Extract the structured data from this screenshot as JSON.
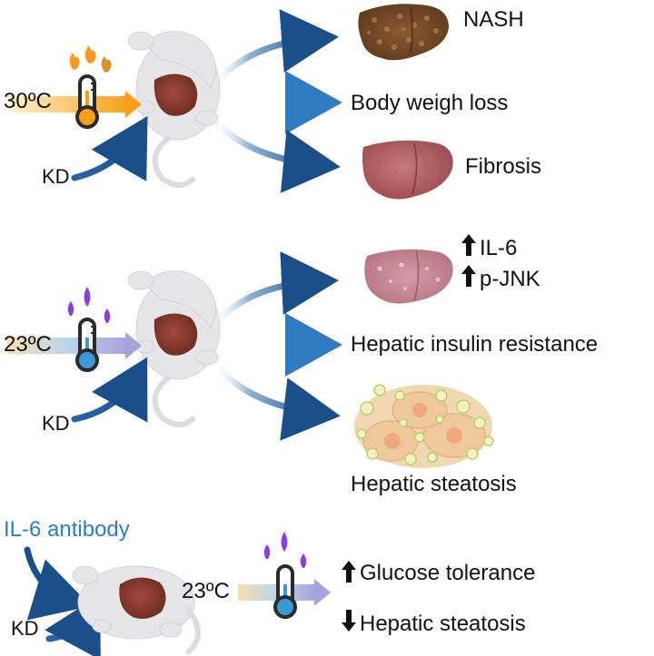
{
  "panel_top": {
    "temperature": "30ºC",
    "diet": "KD",
    "outcomes": [
      "NASH",
      "Body weigh loss",
      "Fibrosis"
    ]
  },
  "panel_middle": {
    "temperature": "23ºC",
    "diet": "KD",
    "markers": [
      "IL-6",
      "p-JNK"
    ],
    "outcomes": [
      "Hepatic insulin resistance",
      "Hepatic steatosis"
    ]
  },
  "panel_bottom": {
    "treatment": "IL-6 antibody",
    "diet": "KD",
    "temperature": "23ºC",
    "effects": [
      {
        "direction": "up",
        "label": "Glucose tolerance"
      },
      {
        "direction": "down",
        "label": "Hepatic steatosis"
      }
    ]
  },
  "colors": {
    "arrow_blue": "#1b4f8a",
    "warm_gradient": [
      "#fff3d1",
      "#f7a11a"
    ],
    "cool_gradient": [
      "#f8e3b6",
      "#b6cfe8",
      "#a9a6dd"
    ],
    "flame_orange": "#f39a1f",
    "drop_purple": "#8a3fe0",
    "liver": "#8a3a2e",
    "label_blue": "#2e7cc4"
  }
}
